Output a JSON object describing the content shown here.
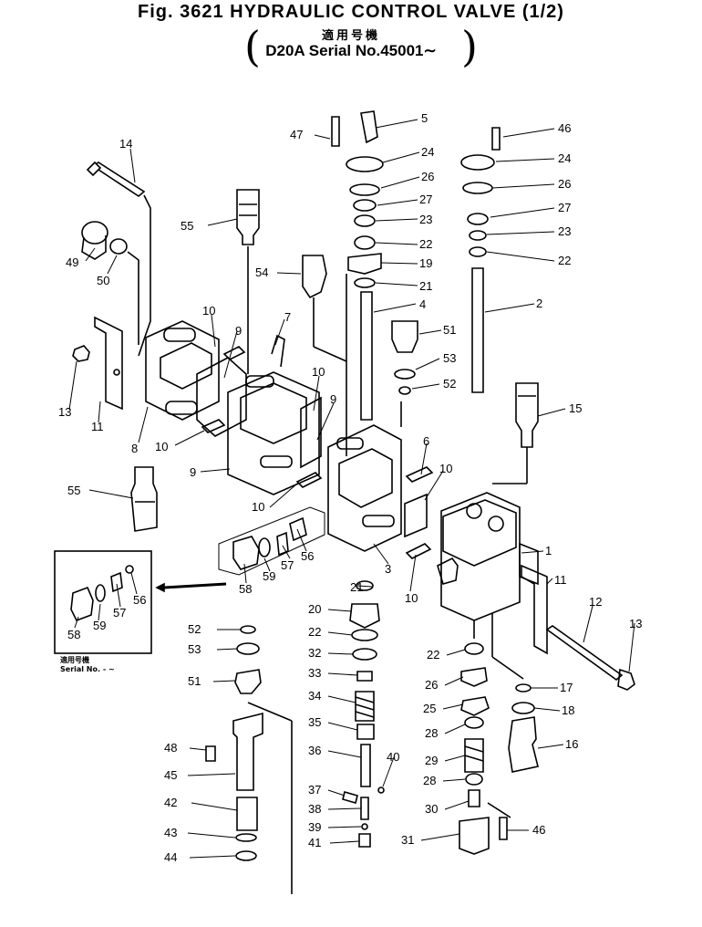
{
  "header": {
    "title": "Fig. 3621 HYDRAULIC CONTROL VALVE (1/2)",
    "subtitle_jp": "適用号機",
    "serial": "D20A Serial No.45001∼"
  },
  "inset": {
    "note_jp": "適用号機",
    "note_serial": "Serial  No.          -  ∼"
  },
  "callouts": [
    {
      "id": "c14",
      "label": "14"
    },
    {
      "id": "c47",
      "label": "47"
    },
    {
      "id": "c5",
      "label": "5"
    },
    {
      "id": "c46a",
      "label": "46"
    },
    {
      "id": "c24a",
      "label": "24"
    },
    {
      "id": "c24b",
      "label": "24"
    },
    {
      "id": "c26a",
      "label": "26"
    },
    {
      "id": "c26b",
      "label": "26"
    },
    {
      "id": "c27a",
      "label": "27"
    },
    {
      "id": "c27b",
      "label": "27"
    },
    {
      "id": "c23a",
      "label": "23"
    },
    {
      "id": "c23b",
      "label": "23"
    },
    {
      "id": "c22a",
      "label": "22"
    },
    {
      "id": "c22b",
      "label": "22"
    },
    {
      "id": "c19",
      "label": "19"
    },
    {
      "id": "c55a",
      "label": "55"
    },
    {
      "id": "c49",
      "label": "49"
    },
    {
      "id": "c50",
      "label": "50"
    },
    {
      "id": "c54",
      "label": "54"
    },
    {
      "id": "c21a",
      "label": "21"
    },
    {
      "id": "c4",
      "label": "4"
    },
    {
      "id": "c2",
      "label": "2"
    },
    {
      "id": "c7",
      "label": "7"
    },
    {
      "id": "c10a",
      "label": "10"
    },
    {
      "id": "c9a",
      "label": "9"
    },
    {
      "id": "c51a",
      "label": "51"
    },
    {
      "id": "c53a",
      "label": "53"
    },
    {
      "id": "c52a",
      "label": "52"
    },
    {
      "id": "c13a",
      "label": "13"
    },
    {
      "id": "c11a",
      "label": "11"
    },
    {
      "id": "c10b",
      "label": "10"
    },
    {
      "id": "c9b",
      "label": "9"
    },
    {
      "id": "c15",
      "label": "15"
    },
    {
      "id": "c10c",
      "label": "10"
    },
    {
      "id": "c8",
      "label": "8"
    },
    {
      "id": "c6",
      "label": "6"
    },
    {
      "id": "c10d",
      "label": "10"
    },
    {
      "id": "c9c",
      "label": "9"
    },
    {
      "id": "c55b",
      "label": "55"
    },
    {
      "id": "c10e",
      "label": "10"
    },
    {
      "id": "c1",
      "label": "1"
    },
    {
      "id": "c56a",
      "label": "56"
    },
    {
      "id": "c57a",
      "label": "57"
    },
    {
      "id": "c58a",
      "label": "58"
    },
    {
      "id": "c59a",
      "label": "59"
    },
    {
      "id": "c3",
      "label": "3"
    },
    {
      "id": "c11b",
      "label": "11"
    },
    {
      "id": "c21b",
      "label": "21"
    },
    {
      "id": "c10f",
      "label": "10"
    },
    {
      "id": "c12",
      "label": "12"
    },
    {
      "id": "c56b",
      "label": "56"
    },
    {
      "id": "c57b",
      "label": "57"
    },
    {
      "id": "c58b",
      "label": "58"
    },
    {
      "id": "c59b",
      "label": "59"
    },
    {
      "id": "c20",
      "label": "20"
    },
    {
      "id": "c13b",
      "label": "13"
    },
    {
      "id": "c52b",
      "label": "52"
    },
    {
      "id": "c22c",
      "label": "22"
    },
    {
      "id": "c22d",
      "label": "22"
    },
    {
      "id": "c53b",
      "label": "53"
    },
    {
      "id": "c32",
      "label": "32"
    },
    {
      "id": "c26c",
      "label": "26"
    },
    {
      "id": "c17",
      "label": "17"
    },
    {
      "id": "c51b",
      "label": "51"
    },
    {
      "id": "c33",
      "label": "33"
    },
    {
      "id": "c25",
      "label": "25"
    },
    {
      "id": "c18",
      "label": "18"
    },
    {
      "id": "c34",
      "label": "34"
    },
    {
      "id": "c35",
      "label": "35"
    },
    {
      "id": "c28a",
      "label": "28"
    },
    {
      "id": "c48",
      "label": "48"
    },
    {
      "id": "c16",
      "label": "16"
    },
    {
      "id": "c36",
      "label": "36"
    },
    {
      "id": "c40",
      "label": "40"
    },
    {
      "id": "c29",
      "label": "29"
    },
    {
      "id": "c45",
      "label": "45"
    },
    {
      "id": "c28b",
      "label": "28"
    },
    {
      "id": "c37",
      "label": "37"
    },
    {
      "id": "c42",
      "label": "42"
    },
    {
      "id": "c38",
      "label": "38"
    },
    {
      "id": "c30",
      "label": "30"
    },
    {
      "id": "c39",
      "label": "39"
    },
    {
      "id": "c46b",
      "label": "46"
    },
    {
      "id": "c43",
      "label": "43"
    },
    {
      "id": "c41",
      "label": "41"
    },
    {
      "id": "c31",
      "label": "31"
    },
    {
      "id": "c44",
      "label": "44"
    }
  ]
}
